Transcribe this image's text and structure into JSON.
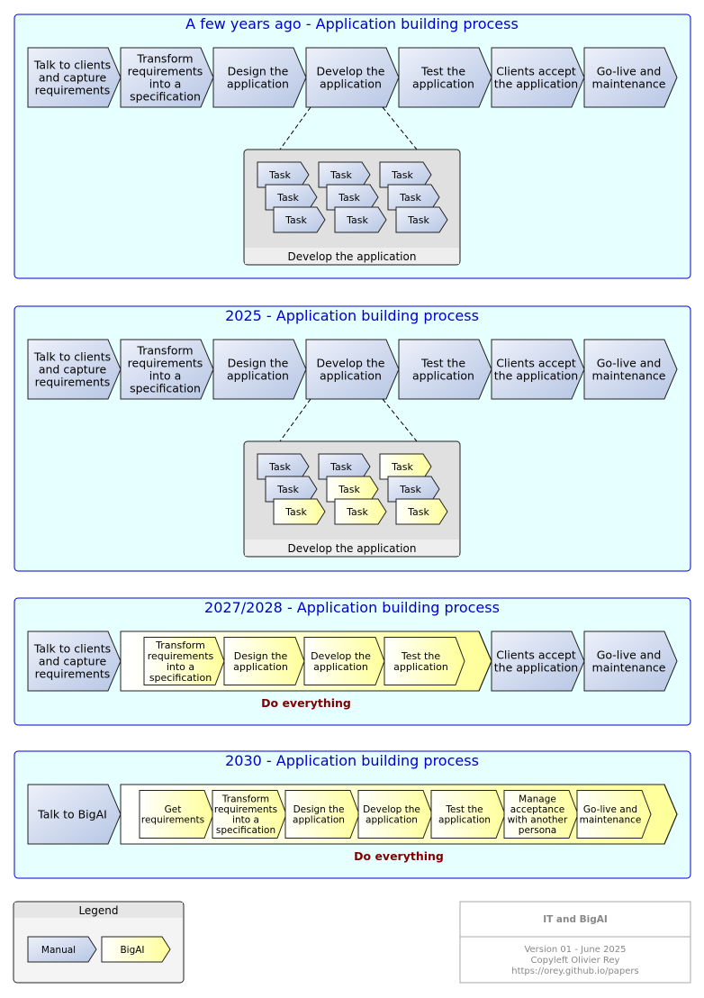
{
  "colors": {
    "panel_bg": "#e6ffff",
    "panel_border": "#0000cc",
    "title": "#0000cc",
    "manual_from": "#edf1fa",
    "manual_to": "#b7c6e4",
    "bigai_from": "#ffffff",
    "bigai_to": "#ffff99",
    "accent_red": "#800000",
    "group_bg": "#e0e0e0",
    "gray_text": "#888888"
  },
  "panels": [
    {
      "id": "past",
      "title": "A few years ago - Application building process",
      "steps": [
        {
          "label": [
            "Talk to clients",
            "and capture",
            "requirements"
          ],
          "kind": "manual"
        },
        {
          "label": [
            "Transform",
            "requirements",
            "into a",
            "specification"
          ],
          "kind": "manual"
        },
        {
          "label": [
            "Design the",
            "application"
          ],
          "kind": "manual"
        },
        {
          "label": [
            "Develop the",
            "application"
          ],
          "kind": "manual"
        },
        {
          "label": [
            "Test the",
            "application"
          ],
          "kind": "manual"
        },
        {
          "label": [
            "Clients accept",
            "the application"
          ],
          "kind": "manual"
        },
        {
          "label": [
            "Go-live and",
            "maintenance"
          ],
          "kind": "manual"
        }
      ],
      "detail": {
        "caption": "Develop the application",
        "tasks": [
          {
            "label": "Task",
            "kind": "manual"
          },
          {
            "label": "Task",
            "kind": "manual"
          },
          {
            "label": "Task",
            "kind": "manual"
          },
          {
            "label": "Task",
            "kind": "manual"
          },
          {
            "label": "Task",
            "kind": "manual"
          },
          {
            "label": "Task",
            "kind": "manual"
          },
          {
            "label": "Task",
            "kind": "manual"
          },
          {
            "label": "Task",
            "kind": "manual"
          },
          {
            "label": "Task",
            "kind": "manual"
          }
        ]
      }
    },
    {
      "id": "y2025",
      "title": "2025 - Application building process",
      "steps": [
        {
          "label": [
            "Talk to clients",
            "and capture",
            "requirements"
          ],
          "kind": "manual"
        },
        {
          "label": [
            "Transform",
            "requirements",
            "into a",
            "specification"
          ],
          "kind": "manual"
        },
        {
          "label": [
            "Design the",
            "application"
          ],
          "kind": "manual"
        },
        {
          "label": [
            "Develop the",
            "application"
          ],
          "kind": "manual"
        },
        {
          "label": [
            "Test the",
            "application"
          ],
          "kind": "manual"
        },
        {
          "label": [
            "Clients accept",
            "the application"
          ],
          "kind": "manual"
        },
        {
          "label": [
            "Go-live and",
            "maintenance"
          ],
          "kind": "manual"
        }
      ],
      "detail": {
        "caption": "Develop the application",
        "tasks": [
          {
            "label": "Task",
            "kind": "manual"
          },
          {
            "label": "Task",
            "kind": "manual"
          },
          {
            "label": "Task",
            "kind": "bigai"
          },
          {
            "label": "Task",
            "kind": "manual"
          },
          {
            "label": "Task",
            "kind": "bigai"
          },
          {
            "label": "Task",
            "kind": "manual"
          },
          {
            "label": "Task",
            "kind": "bigai"
          },
          {
            "label": "Task",
            "kind": "bigai"
          },
          {
            "label": "Task",
            "kind": "bigai"
          }
        ]
      }
    },
    {
      "id": "y2027",
      "title": "2027/2028 - Application building process",
      "first": {
        "label": [
          "Talk to clients",
          "and capture",
          "requirements"
        ],
        "kind": "manual"
      },
      "group": {
        "caption": "Do everything",
        "steps": [
          {
            "label": [
              "Transform",
              "requirements",
              "into a",
              "specification"
            ],
            "kind": "bigai"
          },
          {
            "label": [
              "Design the",
              "application"
            ],
            "kind": "bigai"
          },
          {
            "label": [
              "Develop the",
              "application"
            ],
            "kind": "bigai"
          },
          {
            "label": [
              "Test the",
              "application"
            ],
            "kind": "bigai"
          }
        ]
      },
      "after": [
        {
          "label": [
            "Clients accept",
            "the application"
          ],
          "kind": "manual"
        },
        {
          "label": [
            "Go-live and",
            "maintenance"
          ],
          "kind": "manual"
        }
      ]
    },
    {
      "id": "y2030",
      "title": "2030 - Application building process",
      "first": {
        "label": [
          "Talk to BigAI"
        ],
        "kind": "manual"
      },
      "group": {
        "caption": "Do everything",
        "steps": [
          {
            "label": [
              "Get",
              "requirements"
            ],
            "kind": "bigai"
          },
          {
            "label": [
              "Transform",
              "requirements",
              "into a",
              "specification"
            ],
            "kind": "bigai"
          },
          {
            "label": [
              "Design the",
              "application"
            ],
            "kind": "bigai"
          },
          {
            "label": [
              "Develop the",
              "application"
            ],
            "kind": "bigai"
          },
          {
            "label": [
              "Test the",
              "application"
            ],
            "kind": "bigai"
          },
          {
            "label": [
              "Manage",
              "acceptance",
              "with another",
              "persona"
            ],
            "kind": "bigai"
          },
          {
            "label": [
              "Go-live and",
              "maintenance"
            ],
            "kind": "bigai"
          }
        ]
      },
      "after": []
    }
  ],
  "legend": {
    "title": "Legend",
    "items": [
      {
        "label": "Manual",
        "kind": "manual"
      },
      {
        "label": "BigAI",
        "kind": "bigai"
      }
    ]
  },
  "footer": {
    "title": "IT and BigAI",
    "lines": [
      "Version 01 - June 2025",
      "Copyleft Olivier Rey",
      "https://orey.github.io/papers"
    ]
  }
}
